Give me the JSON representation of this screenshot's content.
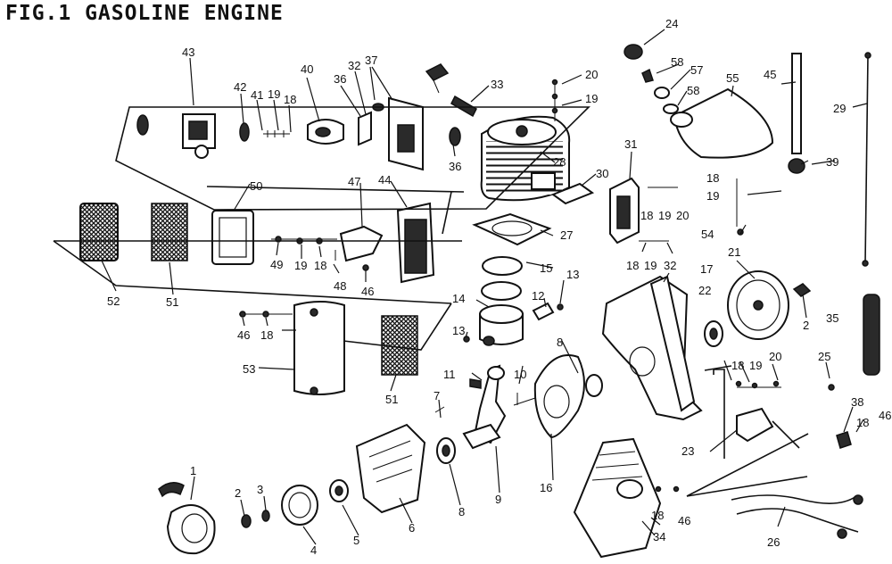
{
  "title": "FIG.1  GASOLINE ENGINE",
  "callouts": {
    "c1": "1",
    "c2a": "2",
    "c2b": "2",
    "c3": "3",
    "c4": "4",
    "c5": "5",
    "c6": "6",
    "c7": "7",
    "c8a": "8",
    "c8b": "8",
    "c9": "9",
    "c10": "10",
    "c11": "11",
    "c12": "12",
    "c13a": "13",
    "c13b": "13",
    "c14": "14",
    "c15": "15",
    "c16": "16",
    "c17": "17",
    "c18a": "18",
    "c18b": "18",
    "c18c": "18",
    "c18d": "18",
    "c18e": "18",
    "c18f": "18",
    "c18g": "18",
    "c18h": "18",
    "c18i": "18",
    "c19a": "19",
    "c19b": "19",
    "c19c": "19",
    "c19d": "19",
    "c19e": "19",
    "c19f": "19",
    "c19g": "19",
    "c20a": "20",
    "c20b": "20",
    "c20c": "20",
    "c21": "21",
    "c22": "22",
    "c23": "23",
    "c24": "24",
    "c25": "25",
    "c26": "26",
    "c27": "27",
    "c28": "28",
    "c29": "29",
    "c30": "30",
    "c31": "31",
    "c32a": "32",
    "c32b": "32",
    "c33": "33",
    "c34": "34",
    "c35": "35",
    "c36a": "36",
    "c36b": "36",
    "c37": "37",
    "c38": "38",
    "c39": "39",
    "c40": "40",
    "c41": "41",
    "c42": "42",
    "c43": "43",
    "c44": "44",
    "c45": "45",
    "c46a": "46",
    "c46b": "46",
    "c46c": "46",
    "c46d": "46",
    "c47": "47",
    "c48": "48",
    "c49": "49",
    "c50": "50",
    "c51a": "51",
    "c51b": "51",
    "c52": "52",
    "c53": "53",
    "c54": "54",
    "c55": "55",
    "c57": "57",
    "c58a": "58",
    "c58b": "58"
  }
}
